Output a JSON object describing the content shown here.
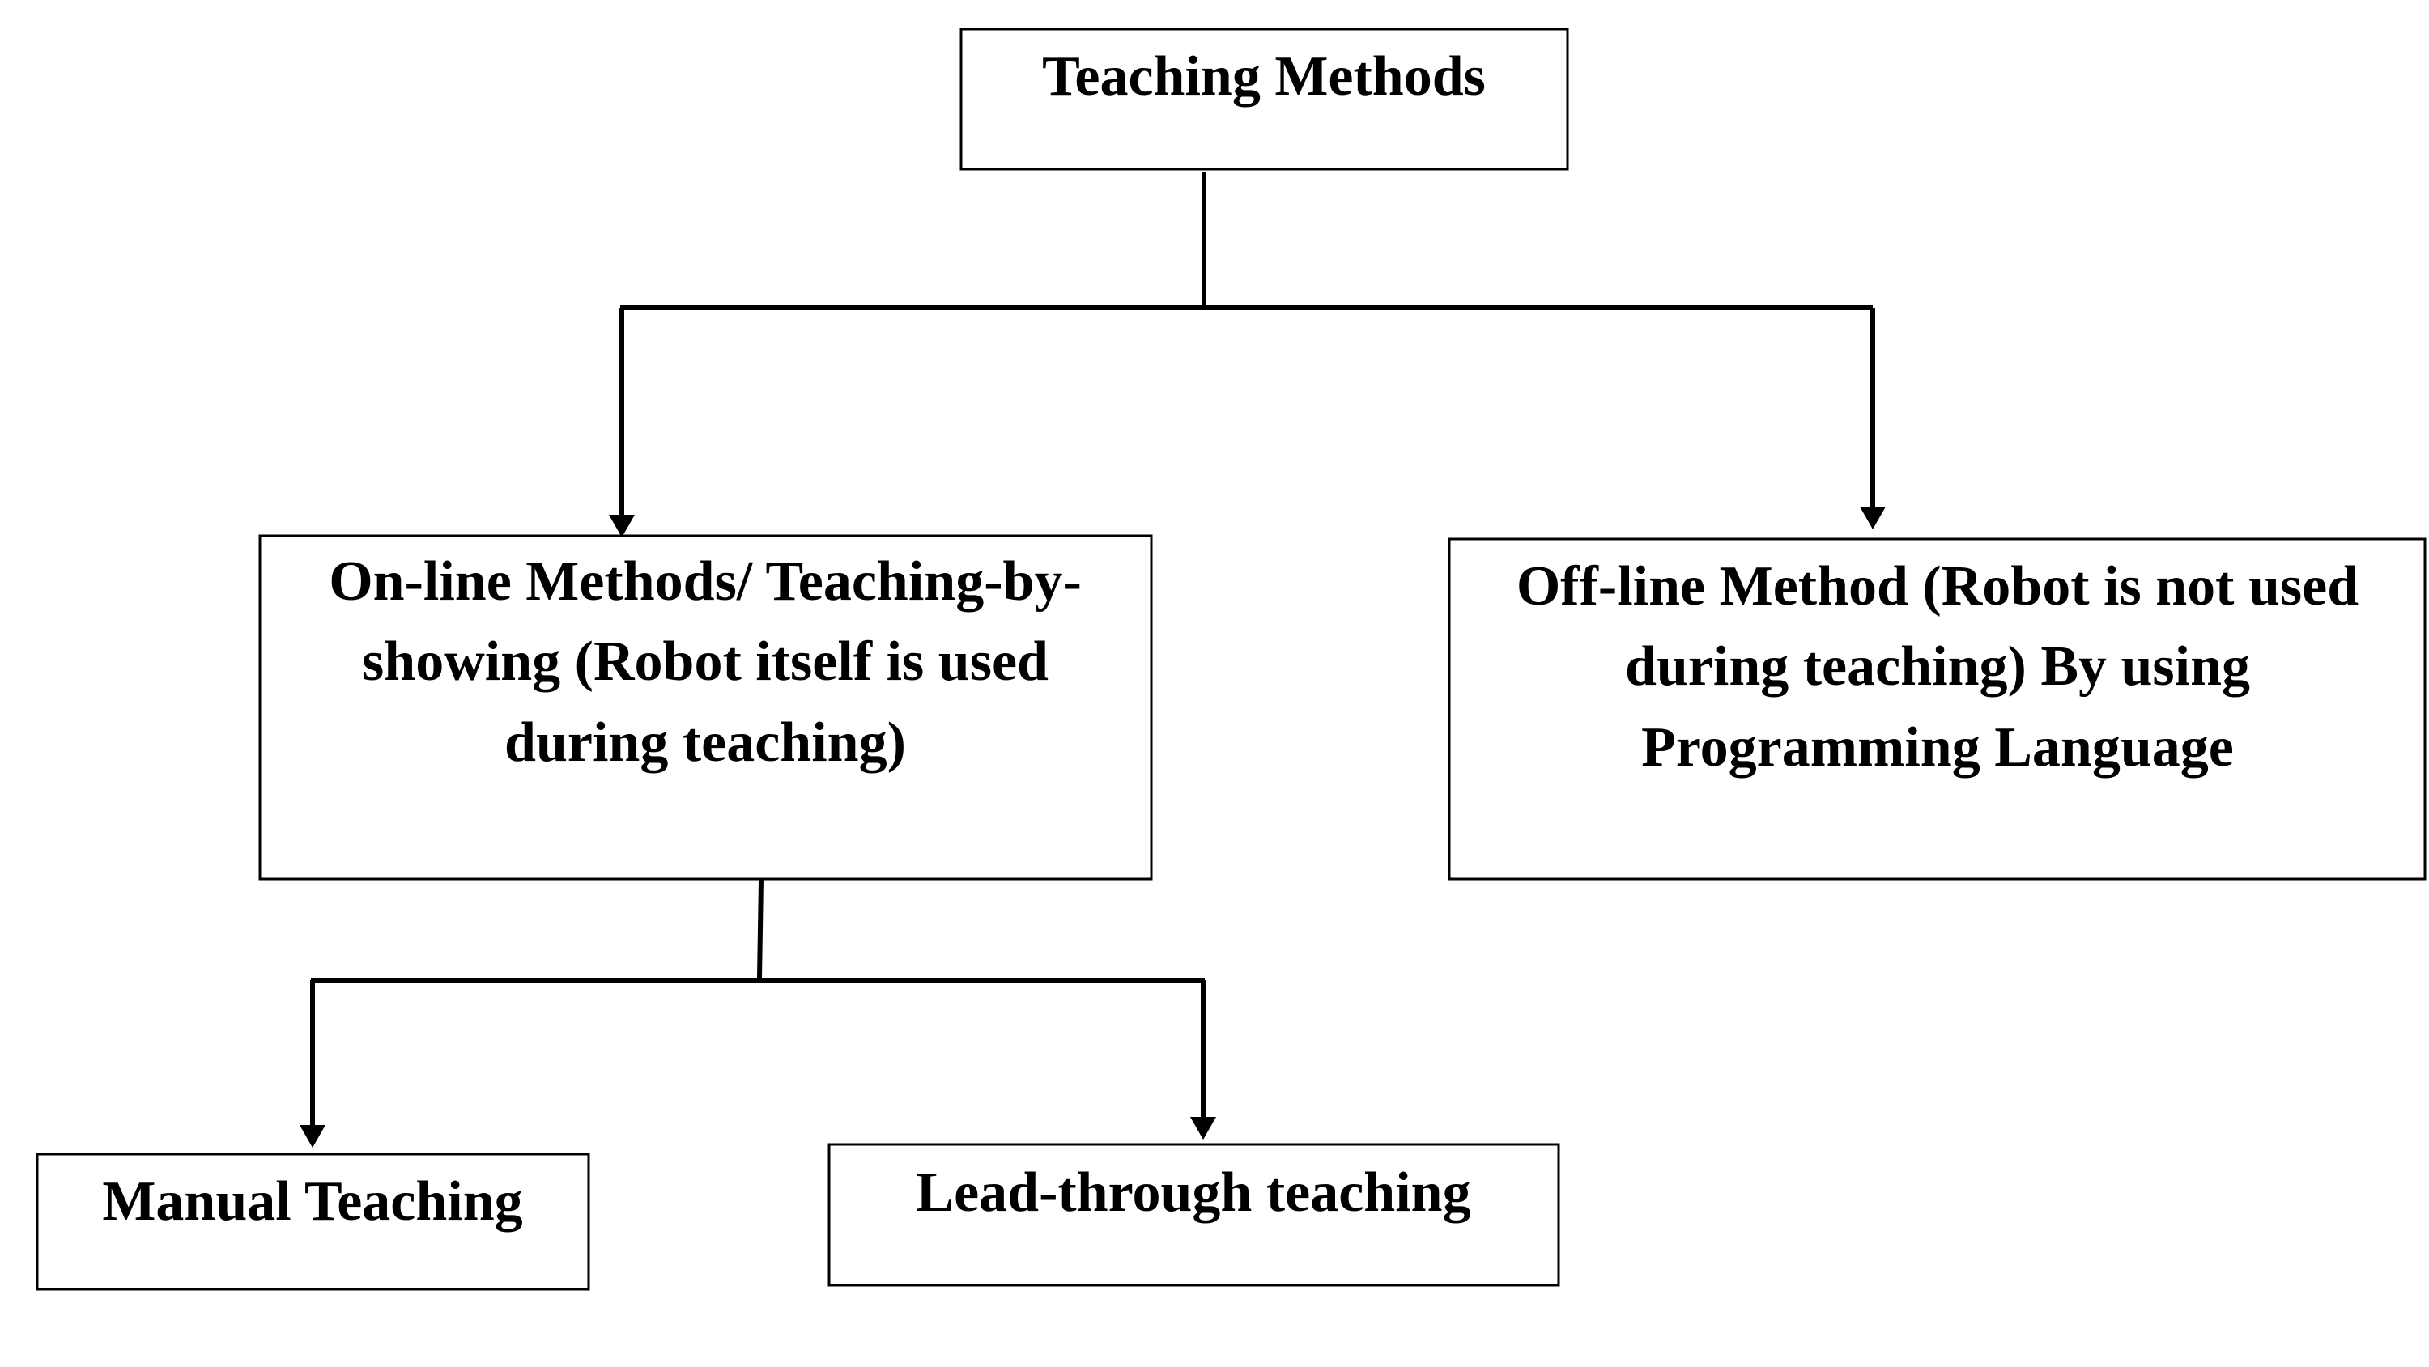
{
  "diagram": {
    "type": "tree",
    "nodes": {
      "root": {
        "lines": [
          "Teaching Methods"
        ]
      },
      "online": {
        "lines": [
          "On-line Methods/ Teaching-by-",
          "showing (Robot itself is used",
          "during teaching)"
        ]
      },
      "offline": {
        "lines": [
          "Off-line Method (Robot is not used",
          "during teaching) By using",
          "Programming Language"
        ]
      },
      "manual": {
        "lines": [
          "Manual Teaching"
        ]
      },
      "lead": {
        "lines": [
          "Lead-through teaching"
        ]
      }
    },
    "edges": [
      {
        "from": "root",
        "to": "online"
      },
      {
        "from": "root",
        "to": "offline"
      },
      {
        "from": "online",
        "to": "manual"
      },
      {
        "from": "online",
        "to": "lead"
      }
    ],
    "colors": {
      "line": "#000000",
      "background": "#ffffff"
    }
  }
}
